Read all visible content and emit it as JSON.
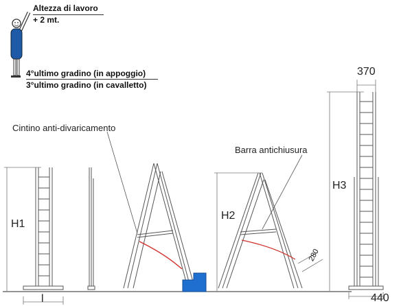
{
  "labels": {
    "working_height": "Altezza di lavoro",
    "plus_two": "+ 2 mt.",
    "last_step_4": "4°ultimo gradino (in appoggio)",
    "last_step_3": "3°ultimo gradino (in cavalletto)",
    "belt": "Cintino anti-divaricamento",
    "bar": "Barra antichiusura",
    "h1": "H1",
    "h2": "H2",
    "h3": "H3",
    "l": "l",
    "w370": "370",
    "w440": "440",
    "a280": "280"
  },
  "colors": {
    "ladder": "#555555",
    "belt_red": "#d0302a",
    "box_blue": "#1f6fd1",
    "figure_blue": "#1e5aa8"
  }
}
